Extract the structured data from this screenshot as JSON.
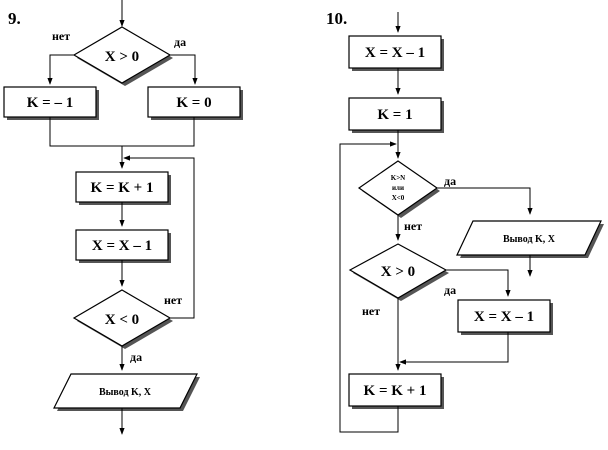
{
  "diagram9": {
    "number": "9.",
    "condition1": "X > 0",
    "no1": "нет",
    "yes1": "да",
    "assign_left": "K = – 1",
    "assign_right": "K = 0",
    "increment": "K = K + 1",
    "decrement": "X = X – 1",
    "condition2": "X < 0",
    "no2": "нет",
    "yes2": "да",
    "output": "Вывод K, X"
  },
  "diagram10": {
    "number": "10.",
    "decrement_top": "X = X – 1",
    "assign": "K =  1",
    "condition1": [
      "K>N",
      "или",
      "X<0"
    ],
    "yes1": "да",
    "output": "Вывод K, X",
    "no1": "нет",
    "condition2": "X > 0",
    "yes2": "да",
    "no2": "нет",
    "decrement_branch": "X = X – 1",
    "increment": "K = K + 1"
  }
}
